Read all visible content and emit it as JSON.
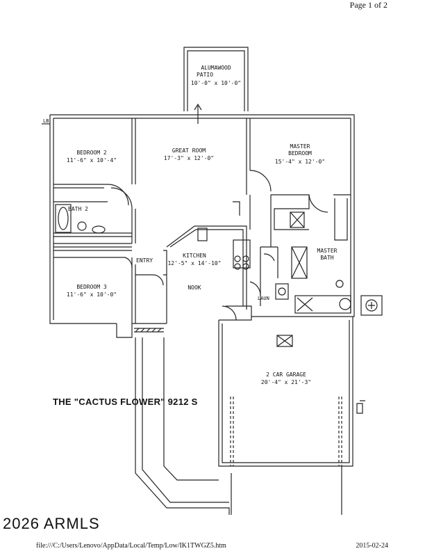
{
  "header": {
    "page": "Page 1 of 2"
  },
  "plan": {
    "title": "THE \"CACTUS FLOWER\"  9212 S",
    "rooms": {
      "patio_name": "ALUMAWOOD",
      "patio_name2": "PATIO",
      "patio_dims": "10'-0\" x 10'-0\"",
      "bedroom2": "BEDROOM 2",
      "bedroom2_dims": "11'-6\" x 10'-4\"",
      "great_room": "GREAT ROOM",
      "great_room_dims": "17'-3\" x 12'-0\"",
      "master_bedroom": "MASTER",
      "master_bedroom2": "BEDROOM",
      "master_bedroom_dims": "15'-4\" x 12'-0\"",
      "bath2": "BATH 2",
      "entry": "ENTRY",
      "kitchen": "KITCHEN",
      "kitchen_dims": "12'-5\" x 14'-10\"",
      "master_bath": "MASTER",
      "master_bath2": "BATH",
      "bedroom3": "BEDROOM 3",
      "bedroom3_dims": "11'-6\" x 10'-0\"",
      "nook": "NOOK",
      "laundry": "LAUN",
      "garage": "2 CAR GARAGE",
      "garage_dims": "20'-4\" x 21'-3\"",
      "lb_tag": "LB"
    }
  },
  "watermark": "2026 ARMLS",
  "footer": {
    "path": "file:///C:/Users/Lenovo/AppData/Local/Temp/Low/IK1TWGZ5.htm",
    "date": "2015-02-24"
  }
}
